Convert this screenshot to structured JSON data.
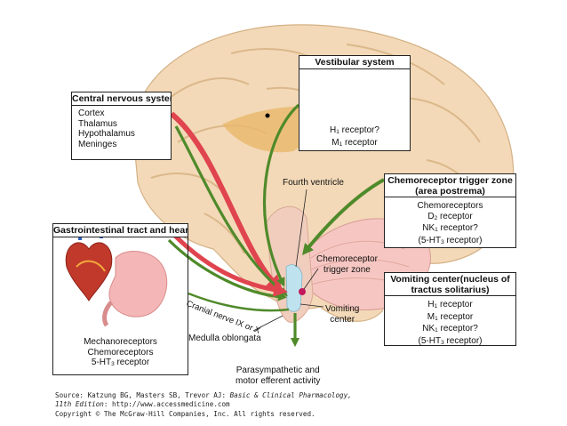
{
  "boxes": {
    "cns": {
      "title": "Central nervous system",
      "items": [
        "Cortex",
        "Thalamus",
        "Hypothalamus",
        "Meninges"
      ]
    },
    "vestibular": {
      "title": "Vestibular system",
      "line1_pre": "H",
      "line1_sub": "1",
      "line1_post": " receptor?",
      "line2_pre": "M",
      "line2_sub": "1",
      "line2_post": " receptor"
    },
    "ctz": {
      "title_line1": "Chemoreceptor trigger zone",
      "title_line2": "(area postrema)",
      "item1": "Chemoreceptors",
      "item2_pre": "D",
      "item2_sub": "2",
      "item2_post": " receptor",
      "item3_pre": "NK",
      "item3_sub": "1",
      "item3_post": " receptor?",
      "item4_pre": "(5-HT",
      "item4_sub": "3",
      "item4_post": " receptor)"
    },
    "gi": {
      "title": "Gastrointestinal tract and heart",
      "item1": "Mechanoreceptors",
      "item2": "Chemoreceptors",
      "item3_pre": "5-HT",
      "item3_sub": "3",
      "item3_post": " receptor"
    },
    "vomiting_center": {
      "title_line1": "Vomiting center(nucleus of",
      "title_line2": "tractus solitarius)",
      "item1_pre": "H",
      "item1_sub": "1",
      "item1_post": " receptor",
      "item2_pre": "M",
      "item2_sub": "1",
      "item2_post": " receptor",
      "item3_pre": "NK",
      "item3_sub": "1",
      "item3_post": " receptor?",
      "item4_pre": "(5-HT",
      "item4_sub": "3",
      "item4_post": " receptor)"
    }
  },
  "labels": {
    "fourth_ventricle": "Fourth ventricle",
    "chemoreceptor_trigger_zone_line1": "Chemoreceptor",
    "chemoreceptor_trigger_zone_line2": "trigger zone",
    "vomiting_center_line1": "Vomiting",
    "vomiting_center_line2": "center",
    "cranial_nerve": "Cranial nerve IX or X",
    "medulla": "Medulla oblongata",
    "efferent_line1": "Parasympathetic and",
    "efferent_line2": "motor efferent activity"
  },
  "footer": {
    "source_pre": "Source: Katzung BG, Masters SB, Trevor AJ: ",
    "source_title": "Basic & Clinical Pharmacology,",
    "edition_italic": "11th Edition",
    "edition_rest": ": http://www.accessmedicine.com",
    "copyright": "Copyright © The McGraw-Hill Companies, Inc. All rights reserved."
  },
  "colors": {
    "brain": "#f3d9b8",
    "brain_gyri": "#dbb88a",
    "arrow_green": "#4f8a2a",
    "arrow_red": "#e0444e",
    "ventricle": "#bfe3ee",
    "ctz_spot": "#c2185b"
  }
}
